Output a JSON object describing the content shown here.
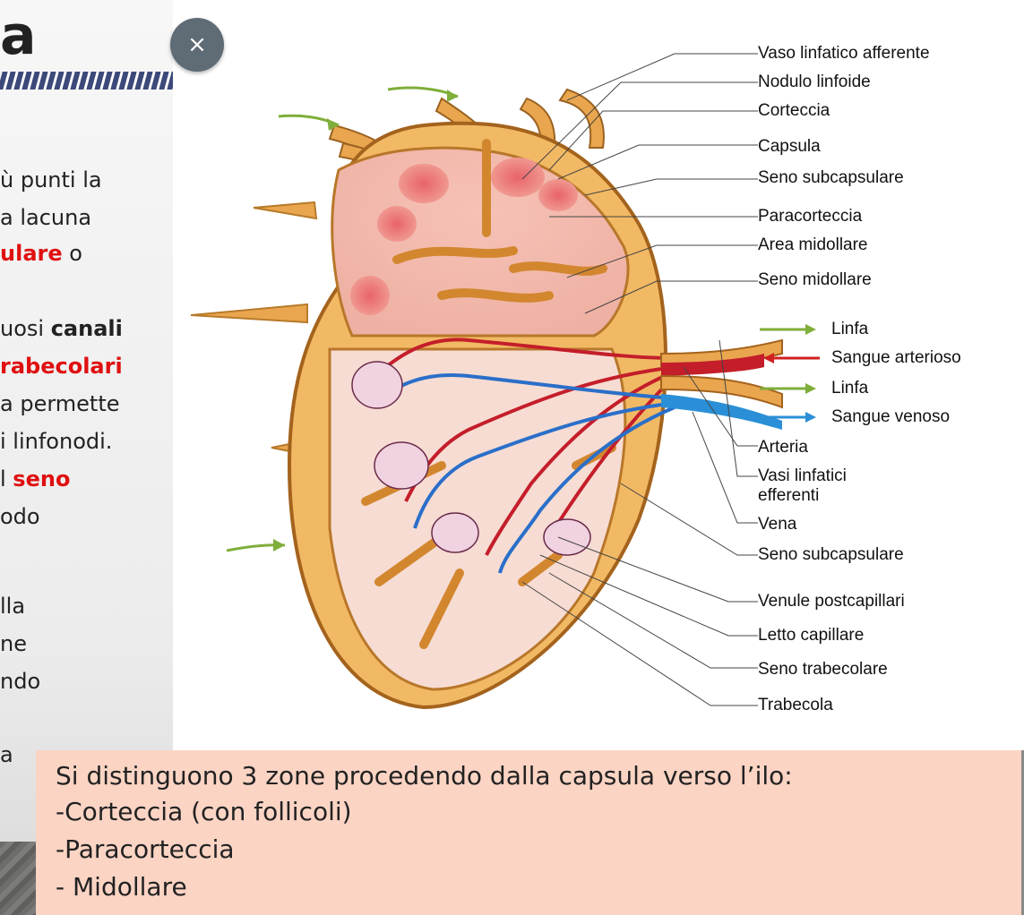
{
  "slide": {
    "title_fragment": "a",
    "lines": [
      {
        "text": "ù punti la"
      },
      {
        "text": "a lacuna"
      },
      {
        "red": "ulare",
        "tail": " o"
      },
      {
        "text": "uosi ",
        "bold": "canali"
      },
      {
        "red": "rabecolari"
      },
      {
        "text": "a permette"
      },
      {
        "text": "i linfonodi."
      },
      {
        "text": "l ",
        "red": "seno"
      },
      {
        "text": "odo"
      },
      {
        "text": "lla"
      },
      {
        "text": "ne"
      },
      {
        "text": "ndo"
      },
      {
        "text": "a"
      }
    ]
  },
  "close_button": {
    "label": "×"
  },
  "diagram": {
    "labels": [
      "Vaso linfatico afferente",
      "Nodulo linfoide",
      "Corteccia",
      "Capsula",
      "Seno subcapsulare",
      "Paracorteccia",
      "Area midollare",
      "Seno midollare",
      "Arteria",
      "Vasi linfatici",
      "efferenti",
      "Vena",
      "Seno subcapsulare",
      "Venule postcapillari",
      "Letto capillare",
      "Seno trabecolare",
      "Trabecola"
    ],
    "legend": [
      {
        "label": "Linfa",
        "color": "#7fae3a"
      },
      {
        "label": "Sangue arterioso",
        "color": "#d02020"
      },
      {
        "label": "Linfa",
        "color": "#7fae3a"
      },
      {
        "label": "Sangue venoso",
        "color": "#2a8fd6"
      }
    ]
  },
  "caption": {
    "lines": [
      "Si distinguono 3 zone procedendo dalla capsula verso l’ilo:",
      "-Corteccia (con follicoli)",
      "-Paracorteccia",
      "- Midollare"
    ]
  }
}
